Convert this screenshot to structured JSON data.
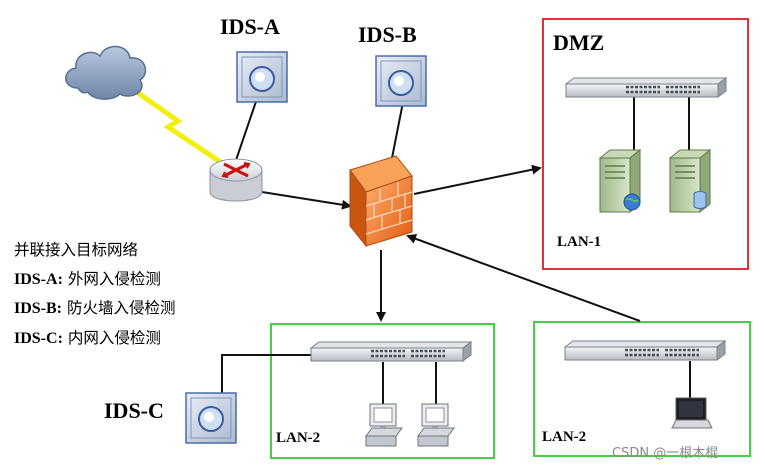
{
  "ids_labels": {
    "a": "IDS-A",
    "b": "IDS-B",
    "c": "IDS-C"
  },
  "zones": {
    "dmz": "DMZ",
    "lan1": "LAN-1",
    "lan2_left": "LAN-2",
    "lan2_right": "LAN-2"
  },
  "legend": {
    "title": "并联接入目标网络",
    "rows": [
      {
        "key": "IDS-A:",
        "desc": "外网入侵检测"
      },
      {
        "key": "IDS-B:",
        "desc": "防火墙入侵检测"
      },
      {
        "key": "IDS-C:",
        "desc": "内网入侵检测"
      }
    ]
  },
  "watermark": "CSDN @一根木棍",
  "colors": {
    "dmz_border": "#e0303a",
    "lan_border": "#43d143",
    "link": "#111111",
    "wan_link": "#f2ef10",
    "firewall": "#f07a20"
  }
}
